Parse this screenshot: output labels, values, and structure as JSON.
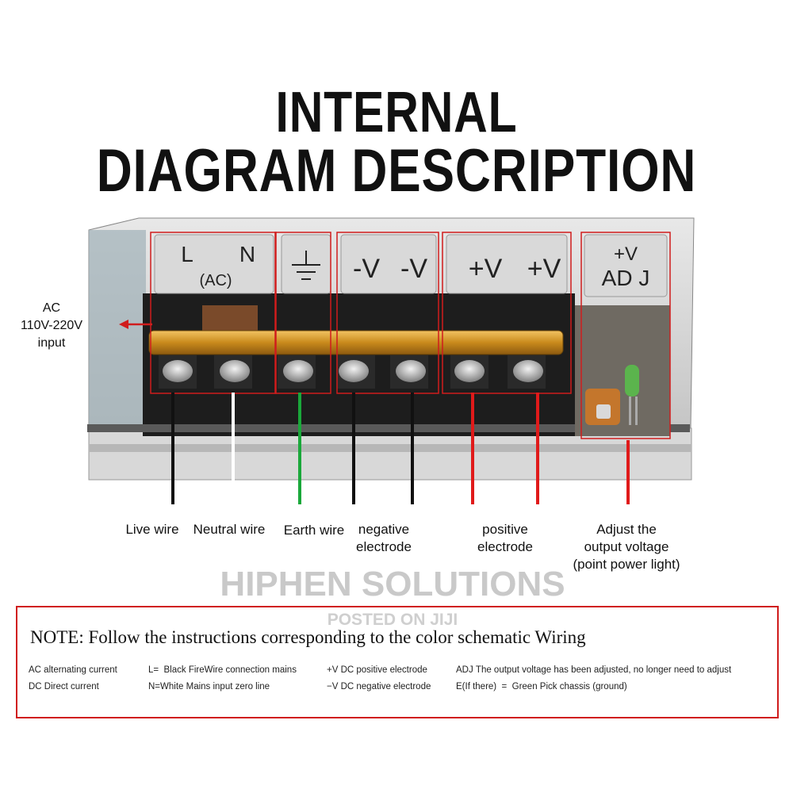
{
  "title": {
    "line1": "INTERNAL",
    "line2": "DIAGRAM DESCRIPTION"
  },
  "terminals": {
    "ln": {
      "l": "L",
      "n": "N",
      "ac": "(AC)"
    },
    "earth_symbol": "ground-symbol",
    "neg": [
      "-V",
      "-V"
    ],
    "pos": [
      "+V",
      "+V"
    ],
    "adj": {
      "line1": "+V",
      "line2": "AD J"
    }
  },
  "ac_input": {
    "line1": "AC",
    "line2": "110V-220V",
    "line3": "input"
  },
  "wires": [
    {
      "label": "Live wire",
      "color": "#111111"
    },
    {
      "label": "Neutral wire",
      "color": "#ffffff"
    },
    {
      "label": "Earth wire",
      "color": "#1aa83a"
    },
    {
      "label": "negative",
      "label2": "electrode",
      "color": "#111111"
    },
    {
      "label": "positive",
      "label2": "electrode",
      "color": "#e01a1a"
    },
    {
      "label": "Adjust the",
      "label2": "output voltage",
      "label3": "(point power light)",
      "color": "#e01a1a"
    }
  ],
  "watermark": {
    "brand": "HIPHEN SOLUTIONS",
    "posted": "POSTED ON JIJI"
  },
  "note": {
    "title": "NOTE: Follow the instructions corresponding to the color schematic Wiring",
    "row1": [
      "AC alternating current",
      "L=  Black FireWire connection mains",
      "+V DC positive electrode",
      "ADJ The output voltage has been adjusted, no longer need to adjust"
    ],
    "row2": [
      "DC Direct current",
      "N=White Mains input zero line",
      "−V DC negative electrode",
      "E(If there)  =  Green Pick chassis (ground)"
    ]
  },
  "colors": {
    "accent_red": "#d01c1c",
    "wire_green": "#1aa83a",
    "wire_red": "#e01a1a"
  }
}
